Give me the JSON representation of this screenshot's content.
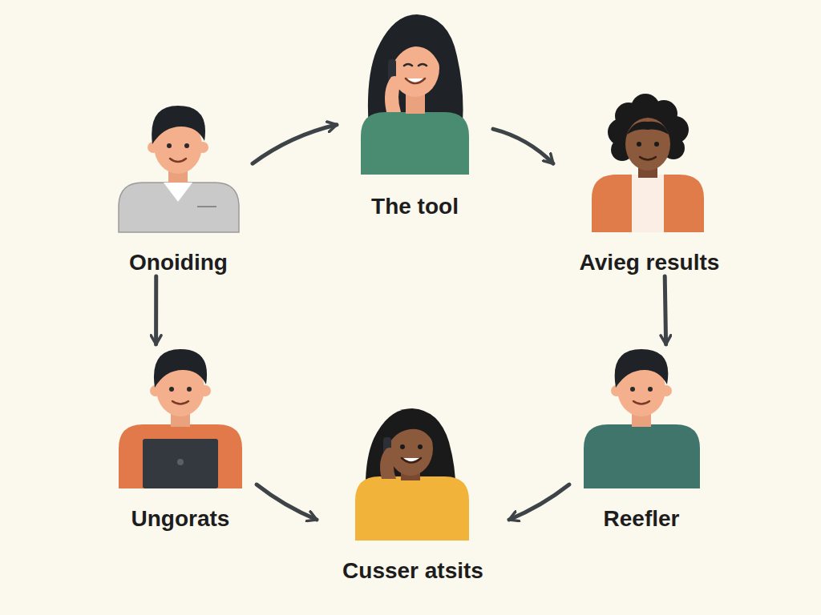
{
  "diagram": {
    "nodes": [
      {
        "text": [
          "The tool"
        ]
      },
      {
        "text": [
          "Onoiding"
        ]
      },
      {
        "text": [
          "Avieg results"
        ]
      },
      {
        "text": [
          "Ungorats"
        ]
      },
      {
        "text": [
          "Reefler"
        ]
      },
      {
        "text": [
          "Cusser atsits"
        ]
      }
    ],
    "edges": [
      {
        "from": 1,
        "to": 0,
        "arrow": "to"
      },
      {
        "from": 0,
        "to": 2,
        "arrow": "to"
      },
      {
        "from": 2,
        "to": 4,
        "arrow": "to"
      },
      {
        "from": 4,
        "to": 5,
        "arrow": "to"
      },
      {
        "from": 1,
        "to": 3,
        "arrow": "to"
      },
      {
        "from": 3,
        "to": 5,
        "arrow": "to"
      }
    ]
  }
}
